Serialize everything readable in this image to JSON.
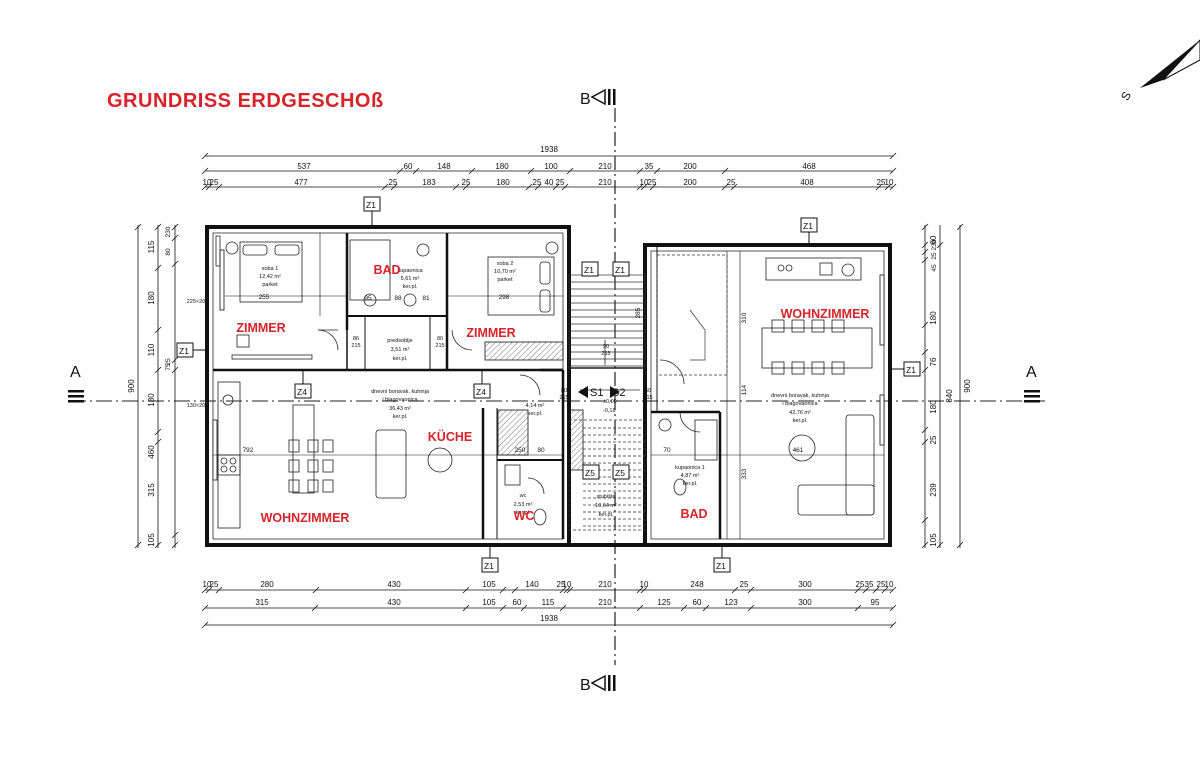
{
  "title": "GRUNDRISS  ERDGESCHOß",
  "north_marker": "S",
  "section_marks": {
    "b_top": "B",
    "b_bottom": "B",
    "a_left": "A",
    "a_right": "A",
    "s1": "S1",
    "s2": "S2"
  },
  "rooms": {
    "bad_top": "BAD",
    "zimmer_left": "ZIMMER",
    "zimmer_mid": "ZIMMER",
    "kueche": "KÜCHE",
    "wohnzimmer_left": "WOHNZIMMER",
    "wc": "WC",
    "bad_right": "BAD",
    "wohnzimmer_right": "WOHNZIMMER"
  },
  "room_notes": {
    "soba1": [
      "soba 1",
      "12,42 m²",
      "parket"
    ],
    "soba2": [
      "soba 2",
      "10,70 m²",
      "parket"
    ],
    "kupaonica_top": [
      "kupaonica",
      "5,61 m²",
      "ker.pl."
    ],
    "predsoblje": [
      "predsoblje",
      "3,51 m²",
      "ker.pl."
    ],
    "dnevni_left": [
      "dnevni boravak, kuhinja",
      "i blagovaonica",
      "36,43 m²",
      "ker.pl."
    ],
    "hodnik": [
      "4,14 m²",
      "ker.pl."
    ],
    "wc_note": [
      "wc",
      "2,53 m²",
      "ker.pl."
    ],
    "stubiste": [
      "stubište",
      "10,64 m²",
      "ker.pl."
    ],
    "kupaonica_right": [
      "kupaonica 1",
      "4,87 m²",
      "ker.pl."
    ],
    "dnevni_right": [
      "dnevni boravak, kuhinja",
      "i blagovaonica",
      "42,76 m²",
      "ker.pl."
    ],
    "level": [
      "±0,00",
      "-0,18"
    ]
  },
  "tags": {
    "z1": "Z1",
    "z4": "Z4",
    "z5": "Z5"
  },
  "dimensions": {
    "top_total": "1938",
    "top_row1": [
      "537",
      "60",
      "148",
      "180",
      "100",
      "210",
      "35",
      "200",
      "468"
    ],
    "top_row2": [
      "10",
      "25",
      "477",
      "25",
      "183",
      "25",
      "180",
      "25",
      "40",
      "25",
      "210",
      "10",
      "25",
      "200",
      "25",
      "408",
      "25",
      "10"
    ],
    "bottom_row1": [
      "10",
      "25",
      "280",
      "430",
      "105",
      "140",
      "25",
      "10",
      "210",
      "10",
      "248",
      "25",
      "300",
      "25",
      "35",
      "25",
      "10"
    ],
    "bottom_row2": [
      "315",
      "430",
      "105",
      "60",
      "115",
      "210",
      "125",
      "60",
      "123",
      "300",
      "95"
    ],
    "bottom_total": "1938",
    "left_outer": "900",
    "left_inner": [
      "115",
      "180",
      "110",
      "180",
      "460",
      "315",
      "105"
    ],
    "left_small": [
      "230",
      "80",
      "25",
      "75"
    ],
    "left_dims": [
      "225×20",
      "130×20"
    ],
    "right_outer": "900",
    "right_mid": "840",
    "right_inner": [
      "60",
      "180",
      "76",
      "180",
      "25",
      "239",
      "105"
    ],
    "right_small": [
      "25",
      "45",
      "230"
    ],
    "inner_dims": [
      "255",
      "298",
      "792",
      "461",
      "310",
      "114",
      "333",
      "285",
      "95",
      "88",
      "81",
      "70",
      "80",
      "250"
    ],
    "door_dims": [
      "86",
      "215",
      "80",
      "215",
      "60",
      "215",
      "90",
      "215",
      "80",
      "215"
    ]
  }
}
